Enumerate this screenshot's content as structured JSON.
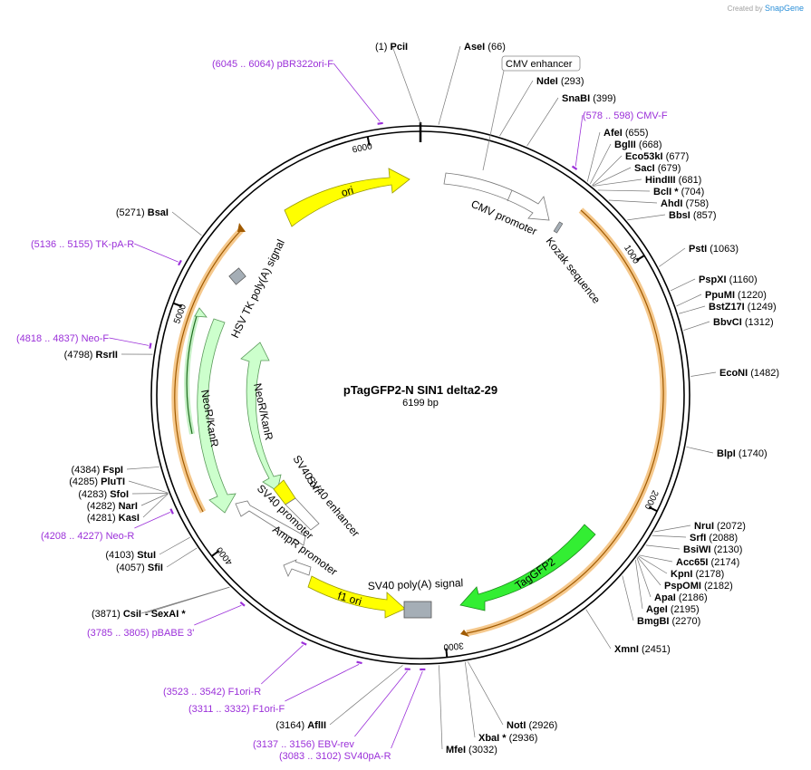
{
  "watermark": {
    "prefix": "Created by",
    "brand": "SnapGene"
  },
  "plasmid": {
    "name": "pTagGFP2-N SIN1 delta2-29",
    "size_label": "6199 bp",
    "length": 6199
  },
  "ticks": [
    {
      "pos": 1000,
      "label": "1000"
    },
    {
      "pos": 2000,
      "label": "2000"
    },
    {
      "pos": 3000,
      "label": "3000"
    },
    {
      "pos": 4000,
      "label": "4000"
    },
    {
      "pos": 5000,
      "label": "5000"
    },
    {
      "pos": 6000,
      "label": "6000"
    }
  ],
  "colors": {
    "ori": "#ffff00",
    "neo": "#ccffcc",
    "taggfp": "#33ee33",
    "white_feature": "#ffffff",
    "orange_band": "#f5c88c",
    "primer": "#9b30d9",
    "site_text": "#000000",
    "gray_box": "#a5aeb6"
  },
  "sites": [
    {
      "name": "PciI",
      "pos_label": "(1)"
    },
    {
      "name": "AseI",
      "pos_label": "(66)"
    },
    {
      "name": "NdeI",
      "pos_label": "(293)"
    },
    {
      "name": "SnaBI",
      "pos_label": "(399)"
    },
    {
      "name": "AfeI",
      "pos_label": "(655)"
    },
    {
      "name": "BglII",
      "pos_label": "(668)"
    },
    {
      "name": "Eco53kI",
      "pos_label": "(677)"
    },
    {
      "name": "SacI",
      "pos_label": "(679)"
    },
    {
      "name": "HindIII",
      "pos_label": "(681)"
    },
    {
      "name": "BclI *",
      "pos_label": "(704)"
    },
    {
      "name": "AhdI",
      "pos_label": "(758)"
    },
    {
      "name": "BbsI",
      "pos_label": "(857)"
    },
    {
      "name": "PstI",
      "pos_label": "(1063)"
    },
    {
      "name": "PspXI",
      "pos_label": "(1160)"
    },
    {
      "name": "PpuMI",
      "pos_label": "(1220)"
    },
    {
      "name": "BstZ17I",
      "pos_label": "(1249)"
    },
    {
      "name": "BbvCI",
      "pos_label": "(1312)"
    },
    {
      "name": "EcoNI",
      "pos_label": "(1482)"
    },
    {
      "name": "BlpI",
      "pos_label": "(1740)"
    },
    {
      "name": "NruI",
      "pos_label": "(2072)"
    },
    {
      "name": "SrfI",
      "pos_label": "(2088)"
    },
    {
      "name": "BsiWI",
      "pos_label": "(2130)"
    },
    {
      "name": "Acc65I",
      "pos_label": "(2174)"
    },
    {
      "name": "KpnI",
      "pos_label": "(2178)"
    },
    {
      "name": "PspOMI",
      "pos_label": "(2182)"
    },
    {
      "name": "ApaI",
      "pos_label": "(2186)"
    },
    {
      "name": "AgeI",
      "pos_label": "(2195)"
    },
    {
      "name": "BmgBI",
      "pos_label": "(2270)"
    },
    {
      "name": "XmnI",
      "pos_label": "(2451)"
    },
    {
      "name": "NotI",
      "pos_label": "(2926)"
    },
    {
      "name": "XbaI *",
      "pos_label": "(2936)"
    },
    {
      "name": "MfeI",
      "pos_label": "(3032)"
    },
    {
      "name": "AflII",
      "pos_label": "(3164)"
    },
    {
      "name": "CsiI",
      "pos_label": "(3871)"
    },
    {
      "name": "- SexAI *",
      "pos_label": ""
    },
    {
      "name": "SfiI",
      "pos_label": "(4057)"
    },
    {
      "name": "StuI",
      "pos_label": "(4103)"
    },
    {
      "name": "KasI",
      "pos_label": "(4281)"
    },
    {
      "name": "NarI",
      "pos_label": "(4282)"
    },
    {
      "name": "SfoI",
      "pos_label": "(4283)"
    },
    {
      "name": "PluTI",
      "pos_label": "(4285)"
    },
    {
      "name": "FspI",
      "pos_label": "(4384)"
    },
    {
      "name": "RsrII",
      "pos_label": "(4798)"
    },
    {
      "name": "BsaI",
      "pos_label": "(5271)"
    }
  ],
  "primers": [
    {
      "range": "(6045 .. 6064)",
      "name": "pBR322ori-F"
    },
    {
      "range": "(578 .. 598)",
      "name": "CMV-F"
    },
    {
      "range": "(5136 .. 5155)",
      "name": "TK-pA-R"
    },
    {
      "range": "(4818 .. 4837)",
      "name": "Neo-F"
    },
    {
      "range": "(4208 .. 4227)",
      "name": "Neo-R"
    },
    {
      "range": "(3785 .. 3805)",
      "name": "pBABE 3'"
    },
    {
      "range": "(3523 .. 3542)",
      "name": "F1ori-R"
    },
    {
      "range": "(3311 .. 3332)",
      "name": "F1ori-F"
    },
    {
      "range": "(3137 .. 3156)",
      "name": "EBV-rev"
    },
    {
      "range": "(3083 .. 3102)",
      "name": "SV40pA-R"
    }
  ],
  "features": {
    "cmv_enhancer": "CMV enhancer",
    "cmv_promoter": "CMV promoter",
    "kozak": "Kozak sequence",
    "ori": "ori",
    "hsv_tk": "HSV TK poly(A) signal",
    "neo_outer": "NeoR/KanR",
    "neo_inner": "NeoR/KanR",
    "sv40_ori": "SV40 ori",
    "sv40_enhancer": "SV40 enhancer",
    "sv40_promoter": "SV40 promoter",
    "ampr_promoter": "AmpR promoter",
    "f1_ori": "f1 ori",
    "sv40_polya": "SV40 poly(A) signal",
    "taggfp2": "TagGFP2"
  }
}
